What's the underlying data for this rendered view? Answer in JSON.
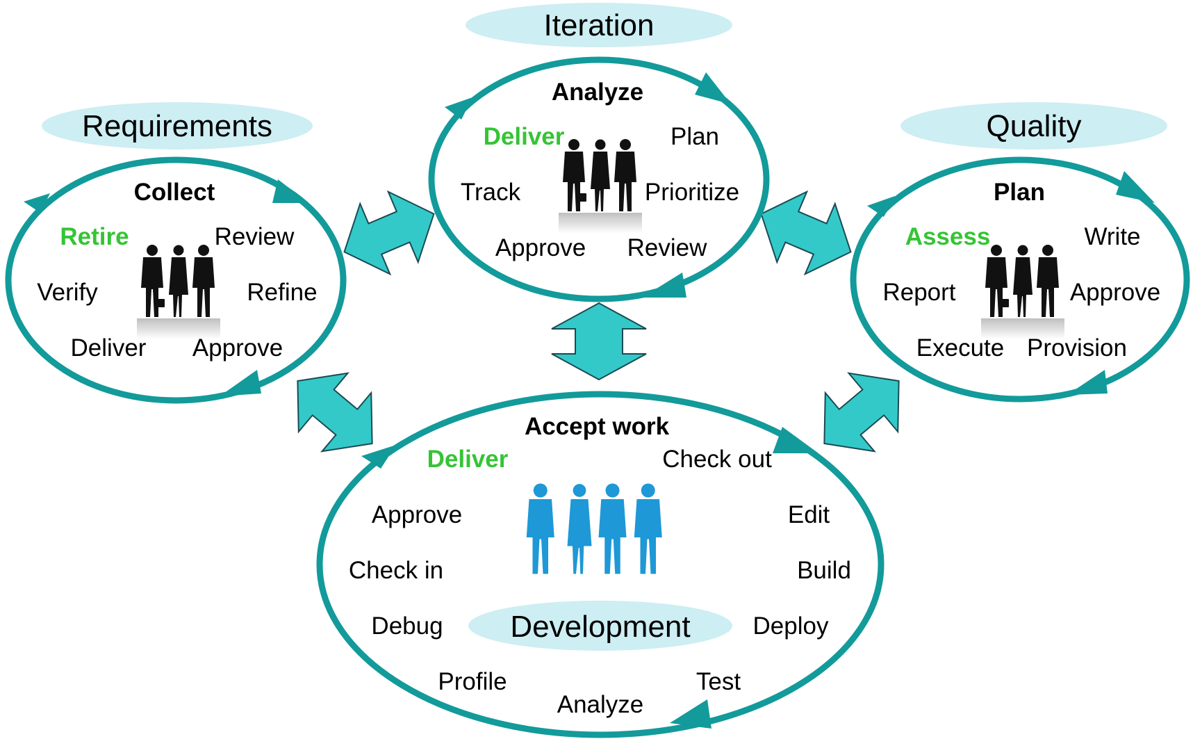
{
  "colors": {
    "ring": "#139a9a",
    "connector": "#33c9c9",
    "connector_stroke": "#1b4a52",
    "title_bg": "#cdeef3",
    "current": "#35c435",
    "text": "#000000",
    "people_dark": "#111111",
    "people_blue": "#1e98d6"
  },
  "icons": {
    "team_dark": "people-silhouette-icon",
    "team_blue": "business-team-icon",
    "arrowhead": "cycle-arrowhead-icon",
    "connector": "double-headed-arrow-icon"
  },
  "cycles": {
    "requirements": {
      "title": "Requirements",
      "head": "Collect",
      "current": "Retire",
      "steps": [
        "Review",
        "Verify",
        "Refine",
        "Deliver",
        "Approve"
      ]
    },
    "iteration": {
      "title": "Iteration",
      "head": "Analyze",
      "current": "Deliver",
      "steps": [
        "Plan",
        "Track",
        "Prioritize",
        "Approve",
        "Review"
      ]
    },
    "quality": {
      "title": "Quality",
      "head": "Plan",
      "current": "Assess",
      "steps": [
        "Write",
        "Report",
        "Approve",
        "Execute",
        "Provision"
      ]
    },
    "development": {
      "title": "Development",
      "head": "Accept work",
      "current": "Deliver",
      "steps": [
        "Check out",
        "Approve",
        "Edit",
        "Check in",
        "Build",
        "Debug",
        "Deploy",
        "Profile",
        "Test",
        "Analyze"
      ]
    }
  }
}
